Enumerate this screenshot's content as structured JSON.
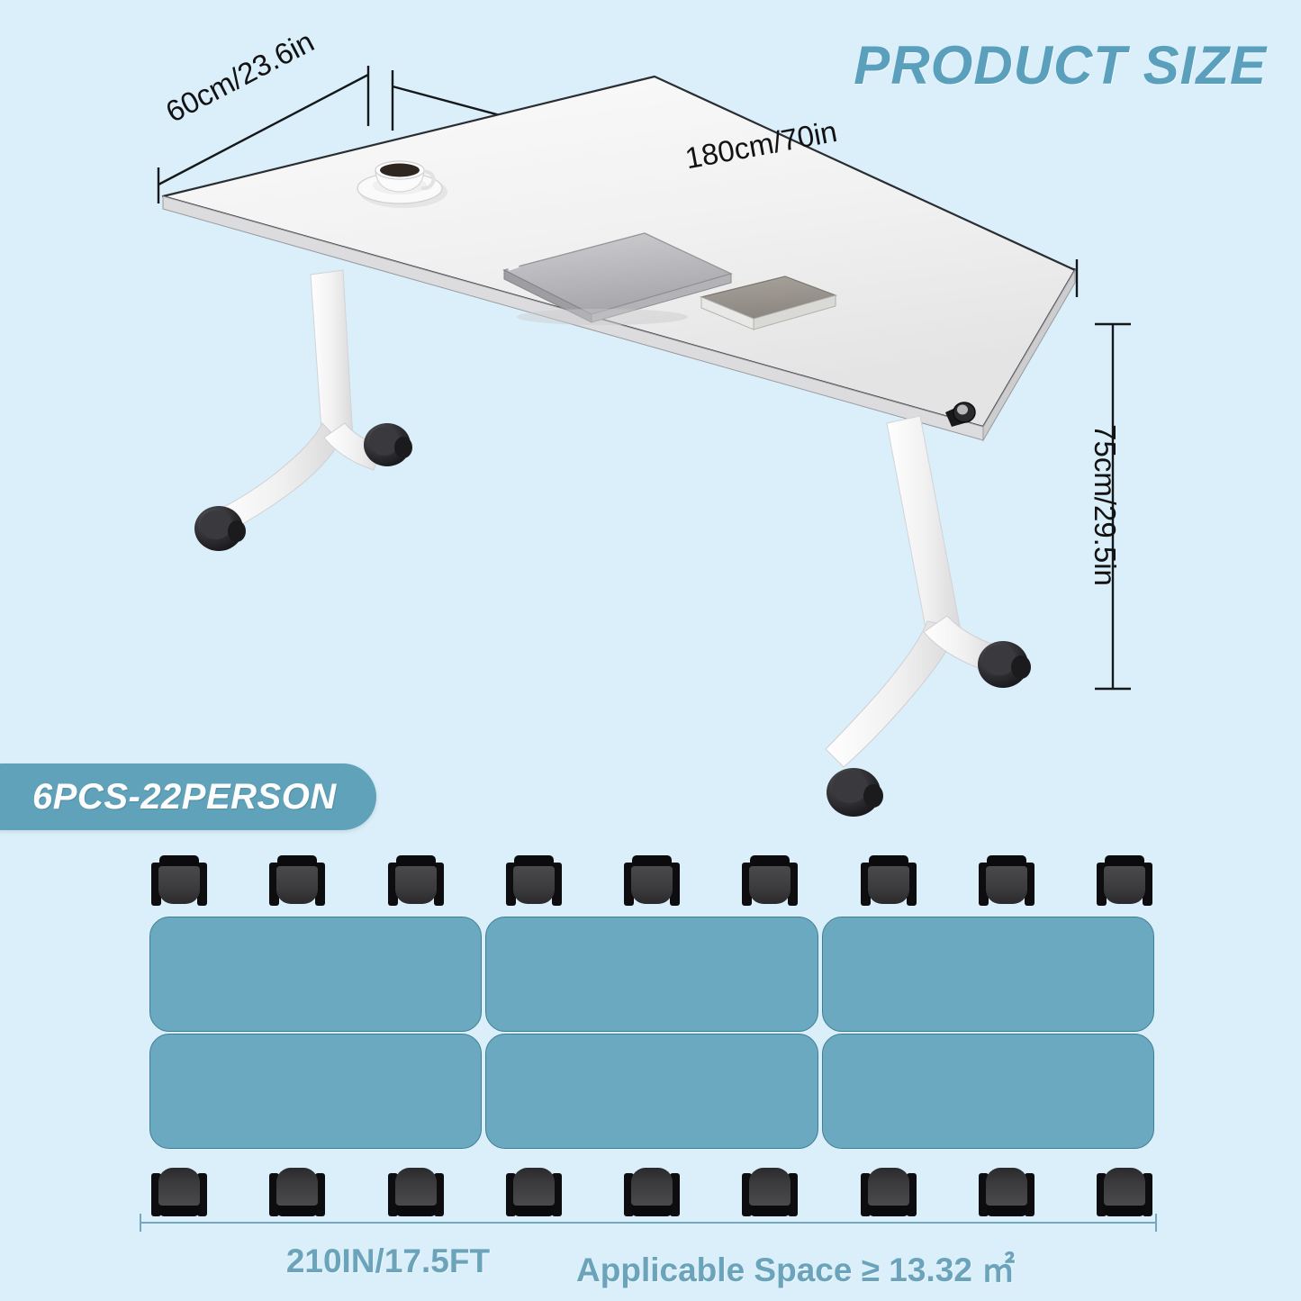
{
  "page": {
    "title": "PRODUCT SIZE",
    "background_color": "#DAEFFA",
    "accent_color": "#5FA2B9"
  },
  "product": {
    "type": "folding-mobile-training-table",
    "dimensions": {
      "depth": "60cm/23.6in",
      "width": "180cm/70in",
      "height": "75cm/29.5in"
    },
    "items_on_table": [
      "coffee-cup-and-saucer",
      "closed-laptop",
      "notebook"
    ],
    "frame_color": "#FFFFFF",
    "top_color": "#F2F2F2",
    "caster_color": "#1A1A1C"
  },
  "configuration": {
    "badge_label": "6PCS-22PERSON",
    "table_count": 6,
    "table_rows": 2,
    "table_columns": 3,
    "chairs_top_row": 9,
    "chairs_bottom_row": 9,
    "total_persons": 22,
    "table_block_color": "#6AA9BF",
    "chair_color": "#0D0D0F"
  },
  "footprint": {
    "span_label": "210IN/17.5FT",
    "applicable_space_label": "Applicable Space ≥ 13.32 ㎡",
    "applicable_space_value": "13.32",
    "applicable_space_unit": "㎡"
  }
}
